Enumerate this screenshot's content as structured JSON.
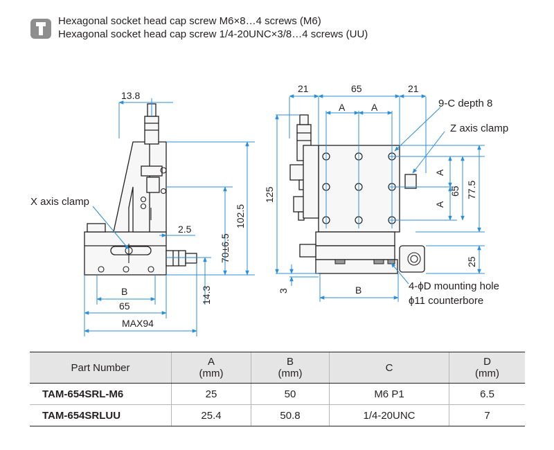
{
  "header": {
    "icon": "screw-icon",
    "lines": [
      "Hexagonal socket head cap screw M6×8…4 screws (M6)",
      "Hexagonal socket head cap screw 1/4-20UNC×3/8…4 screws (UU)"
    ]
  },
  "side_view": {
    "dim_top": "13.8",
    "x_axis_clamp": "X axis clamp",
    "dim_2_5": "2.5",
    "dim_70": "70±6.5",
    "dim_102_5": "102.5",
    "dim_14_3": "14.3",
    "dim_B": "B",
    "dim_65": "65",
    "dim_max94": "MAX94"
  },
  "front_view": {
    "dim_21_left": "21",
    "dim_65_top": "65",
    "dim_21_right": "21",
    "dim_A_1": "A",
    "dim_A_2": "A",
    "c_depth": "9-C depth 8",
    "z_axis_clamp": "Z axis clamp",
    "dim_A_v1": "A",
    "dim_65_v": "65",
    "dim_A_v2": "A",
    "dim_77_5": "77.5",
    "dim_125": "125",
    "dim_25": "25",
    "dim_3": "3",
    "dim_B": "B",
    "mounting_hole": "4-ϕD mounting hole",
    "counterbore": "ϕ11 counterbore"
  },
  "table": {
    "headers": [
      {
        "line1": "Part Number",
        "line2": ""
      },
      {
        "line1": "A",
        "line2": "(mm)"
      },
      {
        "line1": "B",
        "line2": "(mm)"
      },
      {
        "line1": "C",
        "line2": ""
      },
      {
        "line1": "D",
        "line2": "(mm)"
      }
    ],
    "rows": [
      {
        "part": "TAM-654SRL-M6",
        "a": "25",
        "b": "50",
        "c": "M6 P1",
        "d": "6.5"
      },
      {
        "part": "TAM-654SRLUU",
        "a": "25.4",
        "b": "50.8",
        "c": "1/4-20UNC",
        "d": "7"
      }
    ]
  },
  "colors": {
    "dimension_line": "#2c8fd6",
    "outline": "#231f20",
    "body_fill": "#f7f7f7",
    "header_fill": "#e5e5e5",
    "icon_fill": "#8e8e8e"
  }
}
